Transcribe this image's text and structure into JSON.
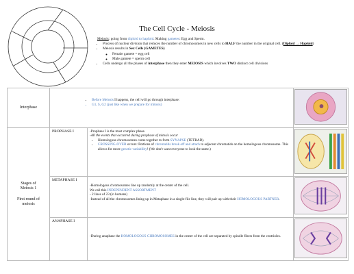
{
  "title": "The Cell Cycle - Meiosis",
  "intro": {
    "meiosis_word": "Meiosis",
    "meiosis_def_a": ": going from ",
    "meiosis_def_b": "diploid to haploid",
    "meiosis_def_c": ". Making ",
    "meiosis_def_d": "gametes",
    "meiosis_def_e": ": Egg and Sperm.",
    "bullet1a": "Process of nuclear division that reduces the number of chromosomes in new cells to ",
    "bullet1b": "HALF",
    "bullet1c": " the number in the original cell. (",
    "bullet1d": "Diploid → Haploid",
    "bullet1e": ")",
    "bullet2a": "Meiosis results in ",
    "bullet2b": "Sex Cells (GAMETES)",
    "sub1": "Female gamete = egg cell",
    "sub2": "Male gamete = sperm cell",
    "bullet3a": "Cells undergo all the phases of ",
    "bullet3b": "interphase",
    "bullet3c": " then they enter ",
    "bullet3d": "MEIOSIS",
    "bullet3e": " which involves ",
    "bullet3f": "TWO",
    "bullet3g": " distinct cell divisions"
  },
  "interphase": {
    "label": "Interphase",
    "line1a": "Before Meiosis",
    "line1b": " I happens, the cell will go through interphase:",
    "line2": "G1, S, G2 (just like when we prepare for mitosis)"
  },
  "stages": {
    "label1": "Stages of",
    "label2": "Meiosis 1",
    "label3": "First round of",
    "label4": "meiosis",
    "prophase": {
      "name": "PROPHASE I",
      "l1": "-Prophase I is the most complex phase.",
      "l2": "-All the events that occurred during prophase of mitosis occur",
      "b1a": "Homologous chromosomes come together to form ",
      "b1b": "SYNAPSE",
      "b1c": " (TETRAD).",
      "b2a": "CROSSING-OVER",
      "b2b": " occurs: Portions of ",
      "b2c": "chromatids break off and attach",
      "b2d": " to adjacent chromatids on the homologous chromosome. This allows for more ",
      "b2e": "genetic variability",
      "b2f": "! (We don't want everyone to look the same.)"
    },
    "metaphase": {
      "name": "METAPHASE I",
      "l1": "-Homologous chromosomes line up randomly at the center of the cell.",
      "l2a": "We call this ",
      "l2b": "INDEPENDENT ASSORTMENT",
      "l3": "- 2 lines of 23 (in humans)",
      "l4a": "-Instead of all the chromosomes lining up in Metaphase in a single-file line, they will pair up with their ",
      "l4b": "HOMOLOGOUS PARTNER",
      "l4c": "."
    },
    "anaphase": {
      "name": "ANAPHASE I",
      "l1a": "-During anaphase the ",
      "l1b": "HOMOLOGOUS CHROMOSOMES",
      "l1c": " in the center of the cell are separated by spindle fibers from the centrioles."
    }
  },
  "colors": {
    "accent_blue": "#4a7bbf",
    "cell_pink": "#e9a6c4",
    "cell_orange": "#f2b84a",
    "chromosome_purple": "#6a3fa0"
  }
}
